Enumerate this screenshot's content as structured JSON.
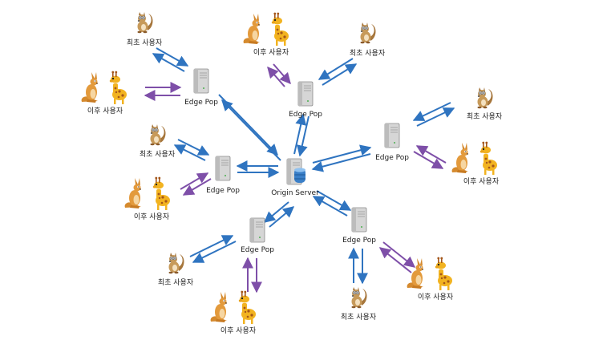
{
  "labels": {
    "edge_pop": "Edge Pop",
    "origin_server": "Origin Server",
    "first_user": "최초 사용자",
    "later_user": "이후 사용자"
  },
  "colors": {
    "origin_to_edge_arrow": "#2f74c0",
    "edge_to_later_user_arrow": "#7e4fa8",
    "server_body": "#d8d8d8",
    "origin_disk": "#3a7fc8",
    "kangaroo": "#e39a3c",
    "giraffe": "#f2b320",
    "giraffe_spots": "#a4561a",
    "squirrel": "#c79a5a"
  },
  "icons": {
    "server": "server-tower-icon",
    "origin": "database-server-icon",
    "first_user": "squirrel-icon",
    "later_user": "kangaroo-giraffe-icon"
  }
}
